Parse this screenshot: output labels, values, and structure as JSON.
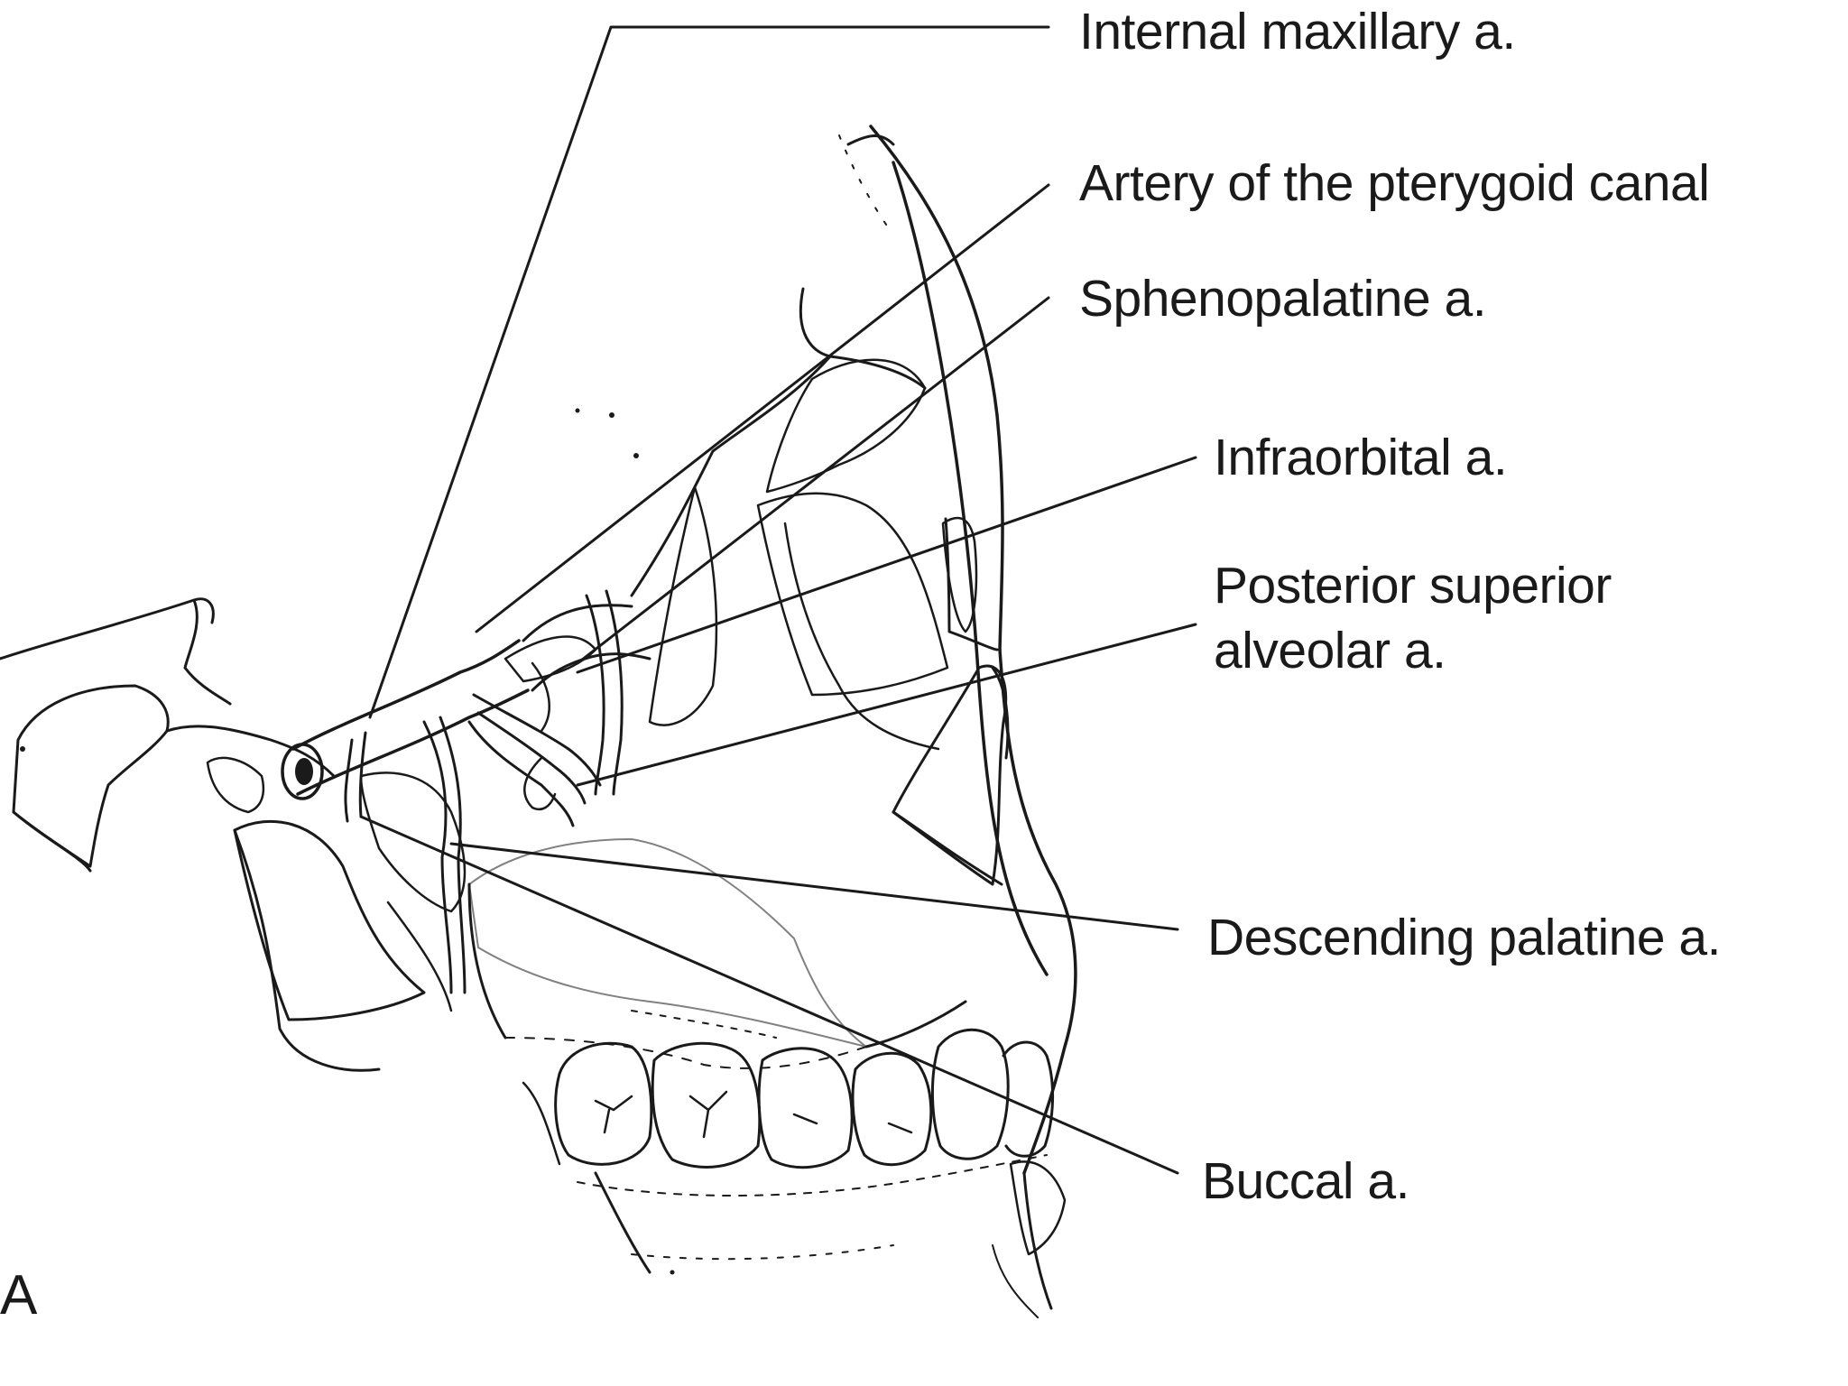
{
  "labels": {
    "internal_maxillary": "Internal maxillary a.",
    "pterygoid_canal": "Artery of the pterygoid canal",
    "sphenopalatine": "Sphenopalatine a.",
    "infraorbital": "Infraorbital a.",
    "posterior_superior_line1": "Posterior superior",
    "posterior_superior_line2": "alveolar a.",
    "descending_palatine": "Descending palatine a.",
    "buccal": "Buccal a."
  },
  "panel_letter": "A",
  "colors": {
    "ink": "#1a1a1a",
    "background": "#ffffff"
  }
}
